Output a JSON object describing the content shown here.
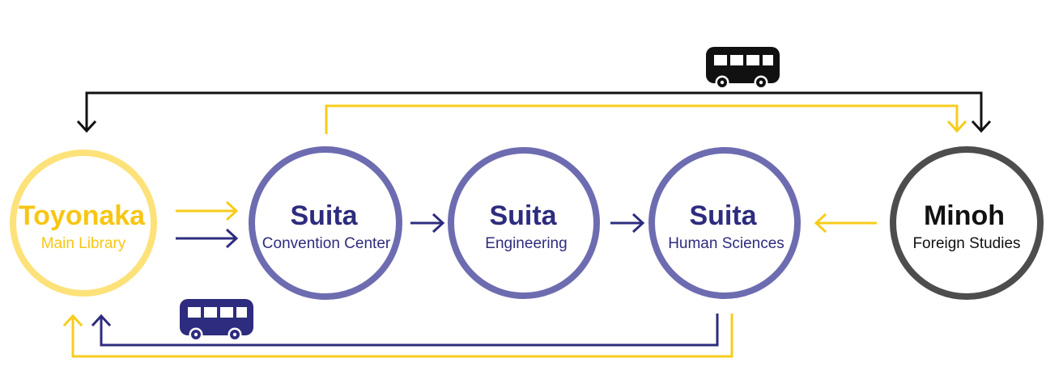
{
  "colors": {
    "yellow_ring": "#fde27a",
    "yellow": "#f7cc1c",
    "yellow_text": "#f7c614",
    "purple_ring": "#6e6cb0",
    "navy": "#2e2c7e",
    "gray_ring": "#4d4d4d",
    "black": "#111111"
  },
  "icons": {
    "bus_top": "bus-icon",
    "bus_bottom": "bus-icon"
  },
  "nodes": [
    {
      "id": "toyonaka",
      "title": "Toyonaka",
      "subtitle": "Main Library"
    },
    {
      "id": "suita-convention",
      "title": "Suita",
      "subtitle": "Convention Center"
    },
    {
      "id": "suita-engineering",
      "title": "Suita",
      "subtitle": "Engineering"
    },
    {
      "id": "suita-human",
      "title": "Suita",
      "subtitle": "Human Sciences"
    },
    {
      "id": "minoh",
      "title": "Minoh",
      "subtitle": "Foreign Studies"
    }
  ]
}
